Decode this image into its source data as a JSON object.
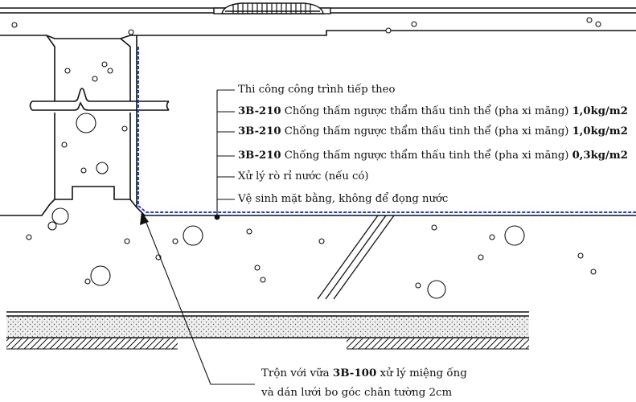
{
  "layers": [
    {
      "prefix": "",
      "text": "Thi công công trình tiếp theo",
      "rate": ""
    },
    {
      "prefix": "3B-210",
      "text": " Chống thấm ngược thẩm thấu tinh thể (pha xi măng) ",
      "rate": "1,0kg/m2"
    },
    {
      "prefix": "3B-210",
      "text": " Chống thấm ngược thẩm thấu tinh thể (pha xi măng) ",
      "rate": "1,0kg/m2"
    },
    {
      "prefix": "3B-210",
      "text": " Chống  thấm ngược thẩm thấu tinh thể (pha xi măng)  ",
      "rate": "0,3kg/m2"
    },
    {
      "prefix": "",
      "text": "Xử lý rò rỉ nước (nếu có)",
      "rate": ""
    },
    {
      "prefix": "",
      "text": "Vệ sinh mặt bằng, không để đọng nước",
      "rate": ""
    }
  ],
  "note": {
    "line1_before": "Trộn với vữa ",
    "line1_product": "3B-100",
    "line1_after": " xử lý miệng ống",
    "line2": "và dán lưới bo góc chân tường 2cm"
  },
  "colors": {
    "line": "#111111",
    "coating": "#2a3fd0",
    "ground_fill": "#eeeeee"
  }
}
